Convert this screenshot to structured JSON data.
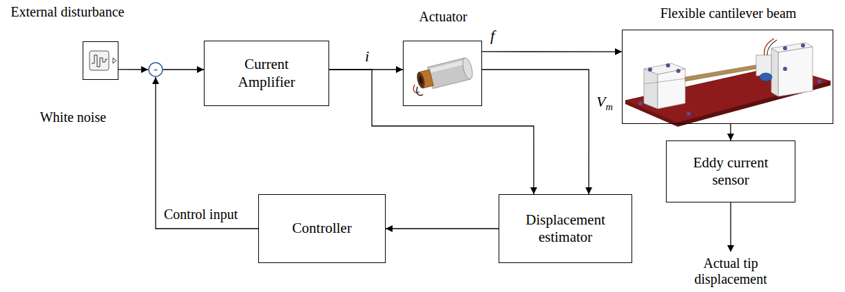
{
  "diagram": {
    "nodes": [
      {
        "text": [
          "External disturbance",
          "White noise"
        ]
      },
      {
        "text": [
          "-"
        ]
      },
      {
        "text": [
          "Current Amplifier"
        ]
      },
      {
        "text": [
          "Actuator"
        ]
      },
      {
        "text": [
          "Flexible cantilever beam"
        ]
      },
      {
        "text": [
          "Eddy current sensor"
        ]
      },
      {
        "text": [
          "Displacement estimator"
        ]
      },
      {
        "text": [
          "Controller"
        ]
      }
    ],
    "edges": [
      {
        "from": 0,
        "to": 1,
        "arrow": "to"
      },
      {
        "from": 1,
        "to": 2,
        "arrow": "to"
      },
      {
        "from": 2,
        "to": 3,
        "arrow": "to",
        "label": "i"
      },
      {
        "from": 3,
        "to": 4,
        "arrow": "to",
        "label": "f"
      },
      {
        "from": 3,
        "to": 6,
        "arrow": "to",
        "label": "Vm"
      },
      {
        "from": 2,
        "to": 6,
        "arrow": "to"
      },
      {
        "from": 4,
        "to": 5,
        "arrow": "to"
      },
      {
        "from": 6,
        "to": 7,
        "arrow": "to"
      },
      {
        "from": 7,
        "to": 1,
        "arrow": "to",
        "label": "Control input"
      }
    ],
    "labels": [
      "Actual tip displacement"
    ]
  }
}
